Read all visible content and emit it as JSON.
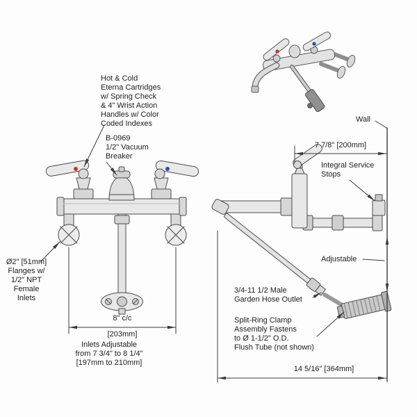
{
  "drawing": {
    "type": "technical-diagram",
    "subject": "Wall-mount service sink faucet with wrist-action handles, vacuum breaker and flush-tube clamp",
    "views": [
      "isometric-view",
      "front-view",
      "side-view"
    ]
  },
  "labels": {
    "cartridges": "Hot & Cold\nEterna Cartridges\nw/ Spring Check\n& 4\" Wrist Action\nHandles w/ Color\nCoded Indexes",
    "vacuum_breaker": "B-0969\n1/2\" Vacuum\nBreaker",
    "wall": "Wall",
    "service_stops": "Integral Service\nStops",
    "flanges": "Ø2\" [51mm]\nFlanges w/\n1/2\" NPT\nFemale\nInlets",
    "adjustable": "Adjustable",
    "hose_outlet": "3/4-11 1/2 Male\nGarden Hose Outlet",
    "inlets_adjustable": "Inlets Adjustable\nfrom  7 3/4\" to 8 1/4\"\n[197mm to 210mm]",
    "split_ring": "Split-Ring Clamp\nAssembly Fastens\nto Ø 1-1/2\" O.D.\nFlush Tube (not shown)"
  },
  "dimensions": {
    "wall_to_body": "7 7/8\" [200mm]",
    "inlet_centers": "8\" c/c",
    "inlet_centers_mm": "[203mm]",
    "overall": "14 5/16\" [364mm]"
  },
  "colors": {
    "line": "#3a3a3a",
    "metal_light": "#e8e8e8",
    "metal_mid": "#d4d4d4",
    "hot_index": "#c0392b",
    "cold_index": "#2c4fb0",
    "background": "#ffffff"
  }
}
